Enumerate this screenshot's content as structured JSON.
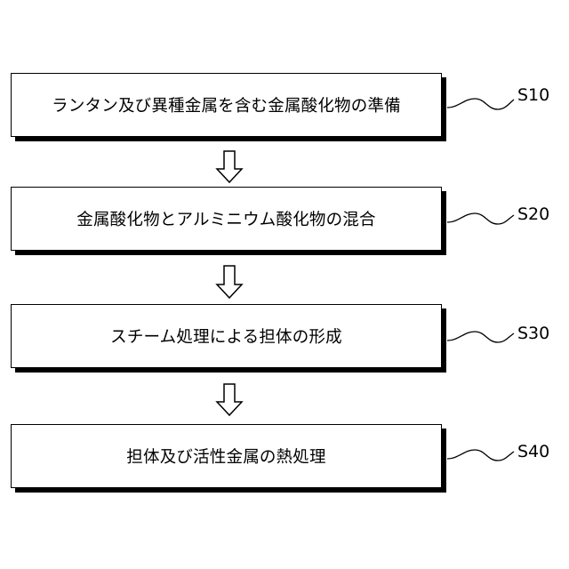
{
  "steps": [
    {
      "id": "S10",
      "text": "ランタン及び異種金属を含む金属酸化物の準備"
    },
    {
      "id": "S20",
      "text": "金属酸化物とアルミニウム酸化物の混合"
    },
    {
      "id": "S30",
      "text": "スチーム処理による担体の形成"
    },
    {
      "id": "S40",
      "text": "担体及び活性金属の熱処理"
    }
  ]
}
